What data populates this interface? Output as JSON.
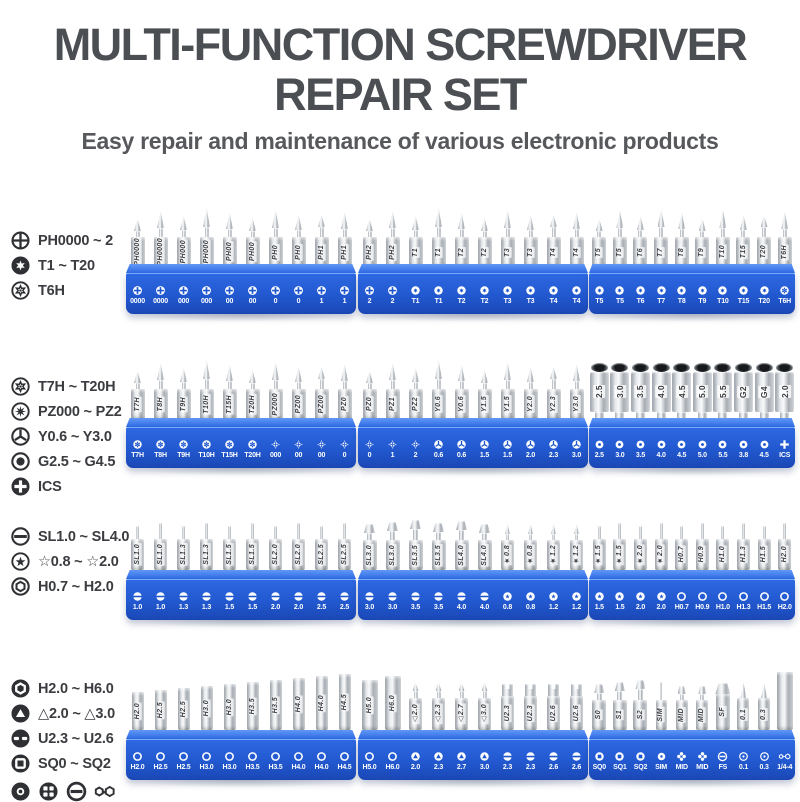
{
  "header": {
    "title_line1": "MULTI-FUNCTION SCREWDRIVER",
    "title_line2": "REPAIR SET",
    "subtitle": "Easy repair and maintenance of various electronic products"
  },
  "colors": {
    "title_text": "#4b4e53",
    "subtitle_text": "#56585c",
    "tray_blue": "#2361dd",
    "tray_hole_blue": "#1d55cf",
    "legend_icon": "#2e3033"
  },
  "rows": [
    {
      "legend": [
        {
          "icon": "phillips-circle",
          "label": "PH0000 ~ 2"
        },
        {
          "icon": "torx-filled",
          "label": "T1 ~ T20"
        },
        {
          "icon": "torx-security",
          "label": "T6H"
        }
      ],
      "trays": [
        {
          "style": "point",
          "bits": [
            "PH0000",
            "PH0000",
            "PH000",
            "PH000",
            "PH00",
            "PH00",
            "PH0",
            "PH0",
            "PH1",
            "PH1"
          ],
          "front_icons": [
            "ph",
            "ph",
            "ph",
            "ph",
            "ph",
            "ph",
            "ph",
            "ph",
            "ph",
            "ph"
          ],
          "front_labels": [
            "0000",
            "0000",
            "000",
            "000",
            "00",
            "00",
            "0",
            "0",
            "1",
            "1"
          ]
        },
        {
          "style": "point",
          "bits": [
            "PH2",
            "PH2",
            "T1",
            "T1",
            "T2",
            "T2",
            "T3",
            "T3",
            "T4",
            "T4"
          ],
          "front_icons": [
            "ph",
            "ph",
            "torx",
            "torx",
            "torx",
            "torx",
            "torx",
            "torx",
            "torx",
            "torx"
          ],
          "front_labels": [
            "2",
            "2",
            "T1",
            "T1",
            "T2",
            "T2",
            "T3",
            "T3",
            "T4",
            "T4"
          ]
        },
        {
          "style": "point",
          "bits": [
            "T5",
            "T5",
            "T6",
            "T7",
            "T8",
            "T9",
            "T10",
            "T15",
            "T20",
            "T6H"
          ],
          "front_icons": [
            "torx",
            "torx",
            "torx",
            "torx",
            "torx",
            "torx",
            "torx",
            "torx",
            "torx",
            "torxh"
          ],
          "front_labels": [
            "T5",
            "T5",
            "T6",
            "T7",
            "T8",
            "T9",
            "T10",
            "T15",
            "T20",
            "T6H"
          ]
        }
      ]
    },
    {
      "legend": [
        {
          "icon": "torx-security",
          "label": "T7H ~ T20H"
        },
        {
          "icon": "pozidriv",
          "label": "PZ000 ~ PZ2"
        },
        {
          "icon": "y-circle",
          "label": "Y0.6 ~ Y3.0"
        },
        {
          "icon": "g-circle",
          "label": "G2.5 ~ G4.5"
        },
        {
          "icon": "ics-filled",
          "label": "ICS"
        }
      ],
      "trays": [
        {
          "style": "point",
          "bits": [
            "T7H",
            "T8H",
            "T9H",
            "T10H",
            "T15H",
            "T20H",
            "PZ000",
            "PZ00",
            "PZ00",
            "PZ0"
          ],
          "front_icons": [
            "torxh",
            "torxh",
            "torxh",
            "torxh",
            "torxh",
            "torxh",
            "pz",
            "pz",
            "pz",
            "pz"
          ],
          "front_labels": [
            "T7H",
            "T8H",
            "T9H",
            "T10H",
            "T15H",
            "T20H",
            "000",
            "00",
            "00",
            "0"
          ]
        },
        {
          "style": "point",
          "bits": [
            "PZ0",
            "PZ1",
            "PZ2",
            "Y0.6",
            "Y0.6",
            "Y1.5",
            "Y1.5",
            "Y2.0",
            "Y2.3",
            "Y3.0"
          ],
          "front_icons": [
            "pz",
            "pz",
            "pz",
            "y",
            "y",
            "y",
            "y",
            "y",
            "y",
            "y"
          ],
          "front_labels": [
            "0",
            "1",
            "2",
            "0.6",
            "0.6",
            "1.5",
            "1.5",
            "2.0",
            "2.3",
            "3.0"
          ]
        },
        {
          "style": "socket",
          "bits": [
            "2.5",
            "3.0",
            "3.5",
            "4.0",
            "4.5",
            "5.0",
            "5.5",
            "G2",
            "G4",
            "2.0"
          ],
          "front_icons": [
            "socket",
            "socket",
            "socket",
            "socket",
            "socket",
            "socket",
            "socket",
            "socket",
            "socket",
            "ics"
          ],
          "front_labels": [
            "2.5",
            "3.0",
            "3.5",
            "4.0",
            "4.5",
            "5.0",
            "5.5",
            "3.8",
            "4.5",
            "ICS"
          ]
        }
      ]
    },
    {
      "legend": [
        {
          "icon": "sl-circle",
          "label": "SL1.0 ~ SL4.0"
        },
        {
          "icon": "star-circle",
          "label": "☆0.8 ~ ☆2.0"
        },
        {
          "icon": "h-circle",
          "label": "H0.7 ~ H2.0"
        }
      ],
      "trays": [
        {
          "style": "needle",
          "bits": [
            "SL1.0",
            "SL1.0",
            "SL1.3",
            "SL1.3",
            "SL1.5",
            "SL1.5",
            "SL2.0",
            "SL2.0",
            "SL2.5",
            "SL2.5"
          ],
          "front_icons": [
            "slot",
            "slot",
            "slot",
            "slot",
            "slot",
            "slot",
            "slot",
            "slot",
            "slot",
            "slot"
          ],
          "front_labels": [
            "1.0",
            "1.0",
            "1.3",
            "1.3",
            "1.5",
            "1.5",
            "2.0",
            "2.0",
            "2.5",
            "2.5"
          ]
        },
        {
          "style": "flatmix",
          "bits": [
            "SL3.0",
            "SL3.0",
            "SL3.5",
            "SL3.5",
            "SL4.0",
            "SL4.0",
            "★0.8",
            "★0.8",
            "★1.2",
            "★1.2"
          ],
          "front_icons": [
            "slot",
            "slot",
            "slot",
            "slot",
            "slot",
            "slot",
            "star",
            "star",
            "star",
            "star"
          ],
          "front_labels": [
            "3.0",
            "3.0",
            "3.5",
            "3.5",
            "4.0",
            "4.0",
            "0.8",
            "0.8",
            "1.2",
            "1.2"
          ]
        },
        {
          "style": "needle",
          "bits": [
            "★1.5",
            "★1.5",
            "★2.0",
            "★2.0",
            "H0.7",
            "H0.9",
            "H1.0",
            "H1.3",
            "H1.5",
            "H2.0"
          ],
          "front_icons": [
            "star",
            "star",
            "star",
            "star",
            "hexring",
            "hexring",
            "hexring",
            "hexring",
            "hexring",
            "hexring"
          ],
          "front_labels": [
            "1.5",
            "1.5",
            "2.0",
            "2.0",
            "H0.7",
            "H0.9",
            "H1.0",
            "H1.3",
            "H1.5",
            "H2.0"
          ]
        }
      ]
    },
    {
      "legend": [
        {
          "icon": "hex-filled",
          "label": "H2.0 ~ H6.0"
        },
        {
          "icon": "tri-filled",
          "label": "△2.0 ~ △3.0"
        },
        {
          "icon": "u-filled",
          "label": "U2.3 ~ U2.6"
        },
        {
          "icon": "sq-filled",
          "label": "SQ0 ~ SQ2"
        }
      ],
      "extra_icons": [
        "dot-filled",
        "grid-filled",
        "slot-ring",
        "hex-adapter"
      ],
      "trays": [
        {
          "style": "hex",
          "bits": [
            "H2.0",
            "H2.5",
            "H2.5",
            "H3.0",
            "H3.0",
            "H3.5",
            "H3.5",
            "H4.0",
            "H4.0",
            "H4.5"
          ],
          "front_icons": [
            "hexring",
            "hexring",
            "hexring",
            "hexring",
            "hexring",
            "hexring",
            "hexring",
            "hexring",
            "hexring",
            "hexring"
          ],
          "front_labels": [
            "H2.0",
            "H2.5",
            "H2.5",
            "H3.0",
            "H3.0",
            "H3.5",
            "H3.5",
            "H4.0",
            "H4.0",
            "H4.5"
          ]
        },
        {
          "style": "mixed2",
          "bits": [
            "H5.0",
            "H6.0",
            "△2.0",
            "△2.3",
            "△2.7",
            "△3.0",
            "U2.3",
            "U2.3",
            "U2.6",
            "U2.6"
          ],
          "front_icons": [
            "hexring",
            "hexring",
            "tri",
            "tri",
            "tri",
            "tri",
            "u",
            "u",
            "u",
            "u"
          ],
          "front_labels": [
            "H5.0",
            "H6.0",
            "2.0",
            "2.3",
            "2.7",
            "3.0",
            "2.3",
            "2.3",
            "2.6",
            "2.6"
          ]
        },
        {
          "style": "mixed3",
          "bits": [
            "S0",
            "S1",
            "S2",
            "SIM",
            "MID",
            "MID",
            "SF",
            "0.1",
            "0.3",
            ""
          ],
          "front_icons": [
            "sq",
            "sq",
            "sq",
            "sim",
            "mid",
            "mid",
            "fs",
            "dot",
            "dot",
            "adapter"
          ],
          "front_labels": [
            "SQ0",
            "SQ1",
            "SQ2",
            "SIM",
            "MID",
            "MID",
            "FS",
            "0.1",
            "0.3",
            "1/4-4"
          ]
        }
      ]
    }
  ]
}
